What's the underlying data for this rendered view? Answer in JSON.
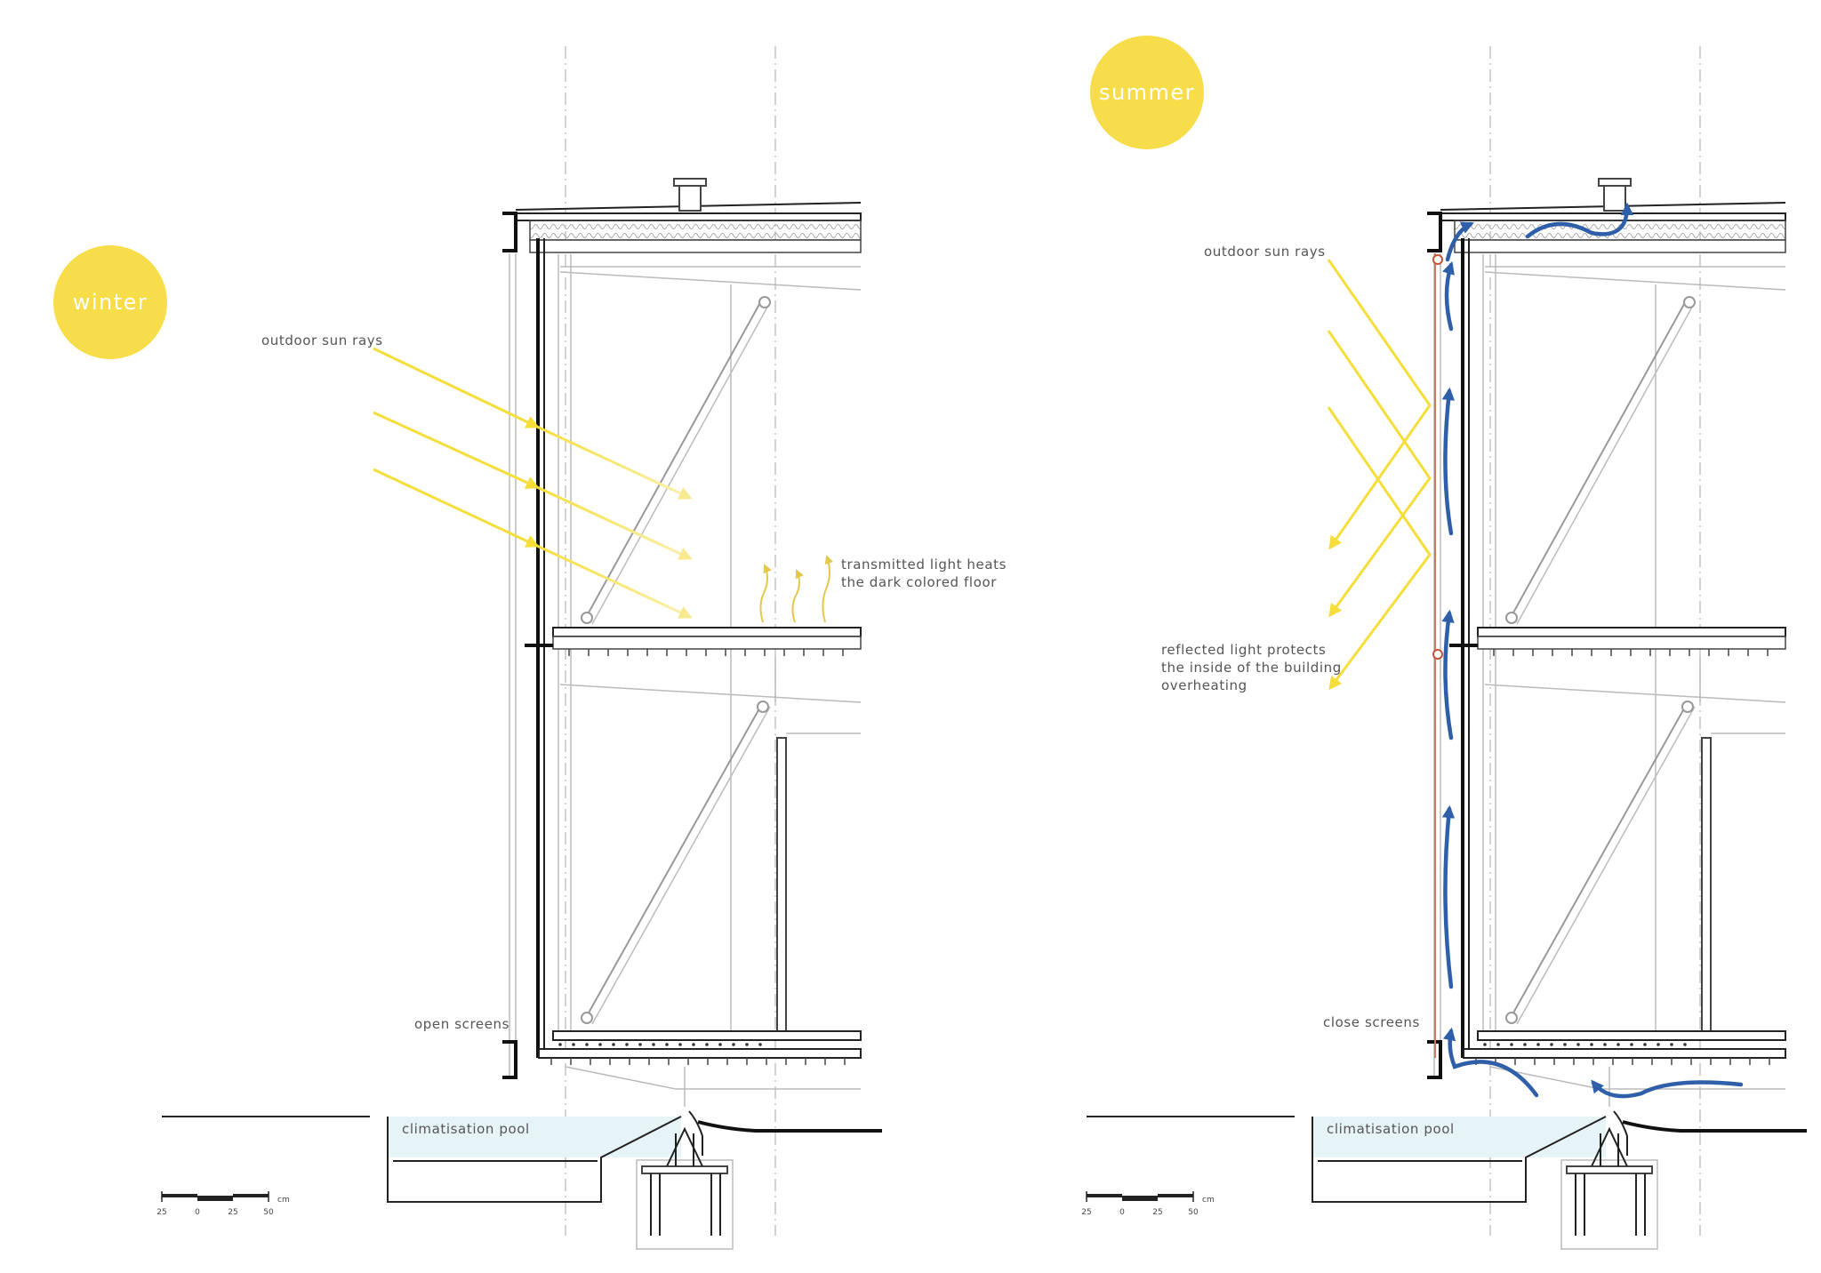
{
  "winter": {
    "season": "winter",
    "sun_rays_label": "outdoor sun rays",
    "transmitted_label_1": "transmitted light heats",
    "transmitted_label_2": "the dark colored floor",
    "screens_label": "open screens",
    "pool_label": "climatisation pool"
  },
  "summer": {
    "season": "summer",
    "sun_rays_label": "outdoor sun rays",
    "reflected_label_1": "reflected light protects",
    "reflected_label_2": "the inside of the building",
    "reflected_label_3": "overheating",
    "screens_label": "close screens",
    "pool_label": "climatisation pool"
  },
  "scale": {
    "ticks": [
      "25",
      "0",
      "25",
      "50"
    ],
    "unit": "cm"
  },
  "colors": {
    "sun": "#f8dd4b",
    "sun_rays": "#f5de3a",
    "airflow": "#2e5fa8",
    "pool": "#e6f4f8"
  }
}
